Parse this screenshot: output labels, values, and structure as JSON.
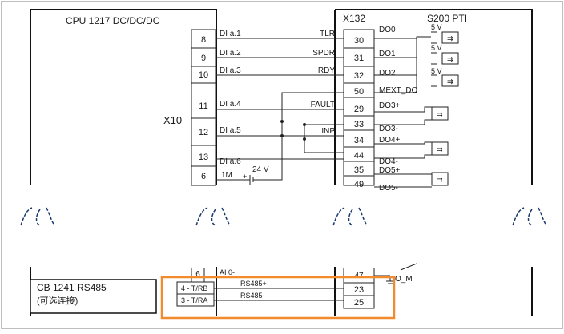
{
  "frame": {
    "border_color": "#bfbfbf"
  },
  "highlight": {
    "color": "#f28a2e"
  },
  "cpu": {
    "title": "CPU 1217 DC/DC/DC",
    "connector": "X10"
  },
  "drive": {
    "connector": "X132",
    "title": "S200 PTI"
  },
  "left_terminals": [
    {
      "pin": "8",
      "label": "DI a.1"
    },
    {
      "pin": "9",
      "label": "DI a.2"
    },
    {
      "pin": "10",
      "label": "DI a.3"
    },
    {
      "pin": "11",
      "label": "DI a.4"
    },
    {
      "pin": "12",
      "label": "DI a.5"
    },
    {
      "pin": "13",
      "label": "DI a.6"
    },
    {
      "pin": "6",
      "label": "1M"
    }
  ],
  "right_terminals": [
    {
      "pin": "30",
      "label": "DO0"
    },
    {
      "pin": "31",
      "label": "DO1"
    },
    {
      "pin": "32",
      "label": "DO2"
    },
    {
      "pin": "50",
      "label": "MEXT_DO"
    },
    {
      "pin": "29",
      "label": "DO3+"
    },
    {
      "pin": "33",
      "label": "DO3-"
    },
    {
      "pin": "34",
      "label": "DO4+"
    },
    {
      "pin": "44",
      "label": "DO4-"
    },
    {
      "pin": "35",
      "label": "DO5+"
    },
    {
      "pin": "49",
      "label": "DO5-"
    }
  ],
  "signals": [
    "TLR",
    "SPDR",
    "RDY",
    "FAULT",
    "INP"
  ],
  "supply_label": "24 V",
  "supply_polarity": [
    "+",
    "-"
  ],
  "output_voltage": "5 V",
  "cb": {
    "title": "CB 1241 RS485",
    "subtitle": "(可选连接)",
    "pin_top": "6",
    "pin_top_label": "AI 0-",
    "pins": [
      {
        "pin": "4 - T/RB",
        "signal": "RS485+",
        "target": "23"
      },
      {
        "pin": "3 - T/RA",
        "signal": "RS485-",
        "target": "25"
      }
    ],
    "right_top_pin": "47",
    "right_top_label": "O_M"
  }
}
